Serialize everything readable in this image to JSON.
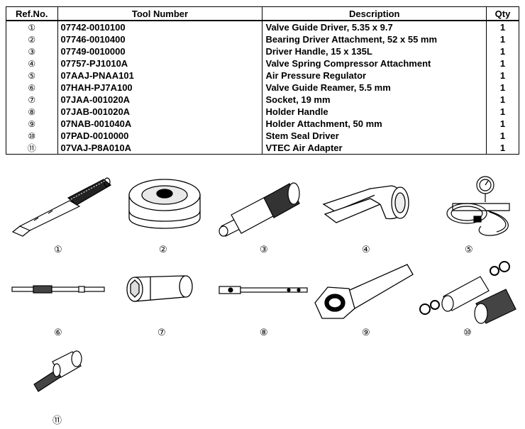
{
  "table": {
    "headers": {
      "ref": "Ref.No.",
      "tool": "Tool Number",
      "desc": "Description",
      "qty": "Qty"
    },
    "rows": [
      {
        "ref": "①",
        "tool": "07742-0010100",
        "desc": "Valve Guide Driver, 5.35 x 9.7",
        "qty": "1"
      },
      {
        "ref": "②",
        "tool": "07746-0010400",
        "desc": "Bearing Driver Attachment, 52 x 55 mm",
        "qty": "1"
      },
      {
        "ref": "③",
        "tool": "07749-0010000",
        "desc": "Driver Handle, 15 x 135L",
        "qty": "1"
      },
      {
        "ref": "④",
        "tool": "07757-PJ1010A",
        "desc": "Valve Spring Compressor Attachment",
        "qty": "1"
      },
      {
        "ref": "⑤",
        "tool": "07AAJ-PNAA101",
        "desc": "Air Pressure Regulator",
        "qty": "1"
      },
      {
        "ref": "⑥",
        "tool": "07HAH-PJ7A100",
        "desc": "Valve Guide Reamer, 5.5 mm",
        "qty": "1"
      },
      {
        "ref": "⑦",
        "tool": "07JAA-001020A",
        "desc": "Socket, 19 mm",
        "qty": "1"
      },
      {
        "ref": "⑧",
        "tool": "07JAB-001020A",
        "desc": "Holder Handle",
        "qty": "1"
      },
      {
        "ref": "⑨",
        "tool": "07NAB-001040A",
        "desc": "Holder Attachment, 50 mm",
        "qty": "1"
      },
      {
        "ref": "⑩",
        "tool": "07PAD-0010000",
        "desc": "Stem Seal Driver",
        "qty": "1"
      },
      {
        "ref": "⑪",
        "tool": "07VAJ-P8A010A",
        "desc": "VTEC Air Adapter",
        "qty": "1"
      }
    ]
  },
  "figures": {
    "labels": [
      "①",
      "②",
      "③",
      "④",
      "⑤",
      "⑥",
      "⑦",
      "⑧",
      "⑨",
      "⑩",
      "⑪"
    ]
  }
}
